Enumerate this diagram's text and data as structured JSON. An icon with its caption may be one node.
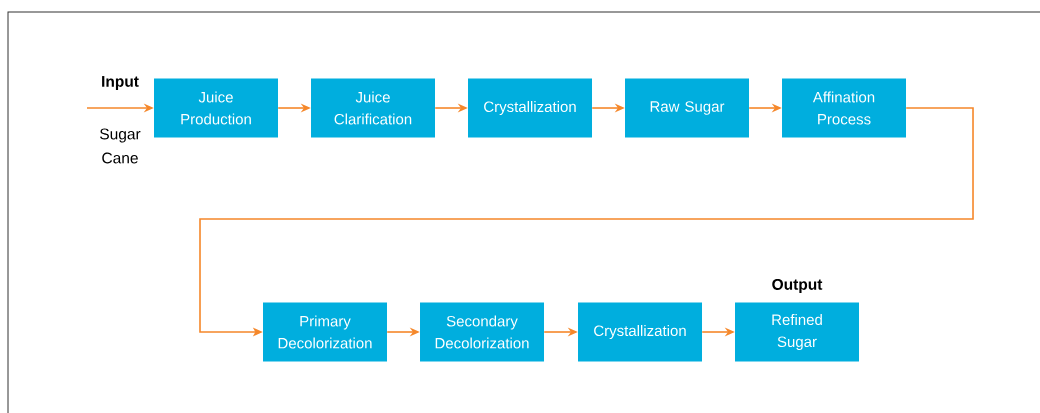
{
  "diagram": {
    "nodes": [
      {
        "text": [
          "Juice Production"
        ]
      },
      {
        "text": [
          "Juice Clarification"
        ]
      },
      {
        "text": [
          "Crystallization"
        ]
      },
      {
        "text": [
          "Raw Sugar"
        ]
      },
      {
        "text": [
          "Affination Process"
        ]
      },
      {
        "text": [
          "Primary Decolorization"
        ]
      },
      {
        "text": [
          "Secondary Decolorization"
        ]
      },
      {
        "text": [
          "Crystallization"
        ]
      },
      {
        "text": [
          "Refined Sugar"
        ],
        "beside": [
          "Output"
        ]
      }
    ],
    "edges": [
      {
        "from": null,
        "to": 0,
        "arrow": "to"
      },
      {
        "from": 0,
        "to": 1,
        "arrow": "to"
      },
      {
        "from": 1,
        "to": 2,
        "arrow": "to"
      },
      {
        "from": 2,
        "to": 3,
        "arrow": "to"
      },
      {
        "from": 3,
        "to": 4,
        "arrow": "to"
      },
      {
        "from": 4,
        "to": 5,
        "arrow": "to"
      },
      {
        "from": 5,
        "to": 6,
        "arrow": "to"
      },
      {
        "from": 6,
        "to": 7,
        "arrow": "to"
      },
      {
        "from": 7,
        "to": 8,
        "arrow": "to"
      }
    ],
    "labels": [
      "Input",
      "Sugar Cane"
    ]
  }
}
